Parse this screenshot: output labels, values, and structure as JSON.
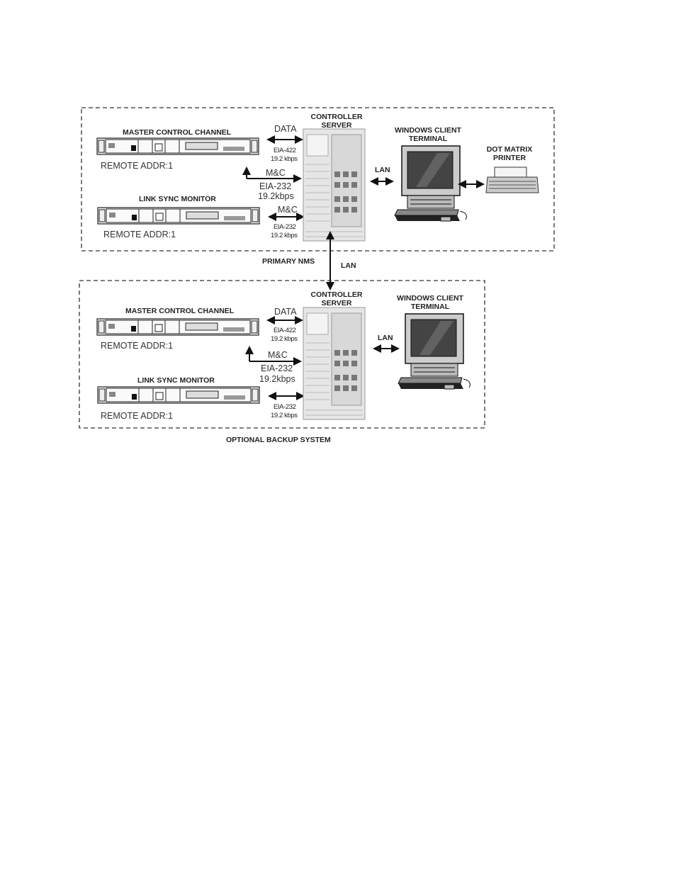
{
  "primary": {
    "label": "PRIMARY NMS",
    "mcc_title": "MASTER CONTROL CHANNEL",
    "mcc_addr": "REMOTE ADDR:1",
    "lsm_title": "LINK SYNC MONITOR",
    "lsm_addr": "REMOTE ADDR:1",
    "data_label": "DATA",
    "eia422": "EIA-422",
    "rate1": "19.2 kbps",
    "mc1": "M&C",
    "eia232a": "EIA-232",
    "rate2": "19.2kbps",
    "mc2": "M&C",
    "eia232b": "EIA-232",
    "rate3": "19.2 kbps",
    "server1": "CONTROLLER",
    "server2": "SERVER",
    "lan": "LAN",
    "client1": "WINDOWS CLIENT",
    "client2": "TERMINAL",
    "printer1": "DOT MATRIX",
    "printer2": "PRINTER"
  },
  "link_lan": "LAN",
  "backup": {
    "label": "OPTIONAL BACKUP SYSTEM",
    "mcc_title": "MASTER CONTROL CHANNEL",
    "mcc_addr": "REMOTE ADDR:1",
    "lsm_title": "LINK SYNC MONITOR",
    "lsm_addr": "REMOTE ADDR:1",
    "data_label": "DATA",
    "eia422": "EIA-422",
    "rate1": "19.2 kbps",
    "mc1": "M&C",
    "eia232a": "EIA-232",
    "rate2": "19.2kbps",
    "eia232b": "EIA-232",
    "rate3": "19.2 kbps",
    "server1": "CONTROLLER",
    "server2": "SERVER",
    "lan": "LAN",
    "client1": "WINDOWS CLIENT",
    "client2": "TERMINAL"
  }
}
